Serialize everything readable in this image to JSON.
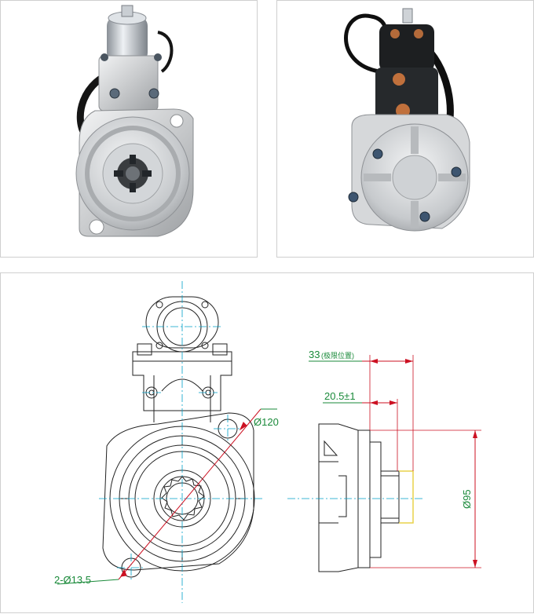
{
  "photos": {
    "front": {
      "icon": "starter-motor-front-photo"
    },
    "rear": {
      "icon": "starter-motor-rear-photo"
    }
  },
  "drawing": {
    "dimensions": {
      "hole_pattern": "2-Ø13.5",
      "mount_diameter": "Ø120",
      "pilot_diameter": "Ø95",
      "pinion_projection": "33",
      "pinion_projection_note": "(极限位置)",
      "flange_offset": "20.5±1"
    },
    "colors": {
      "line": "#222222",
      "centerline": "#00a0c8",
      "dimension": "#1a8a3a",
      "arrow": "#cc1122",
      "pinion_highlight": "#e8d24a"
    }
  }
}
